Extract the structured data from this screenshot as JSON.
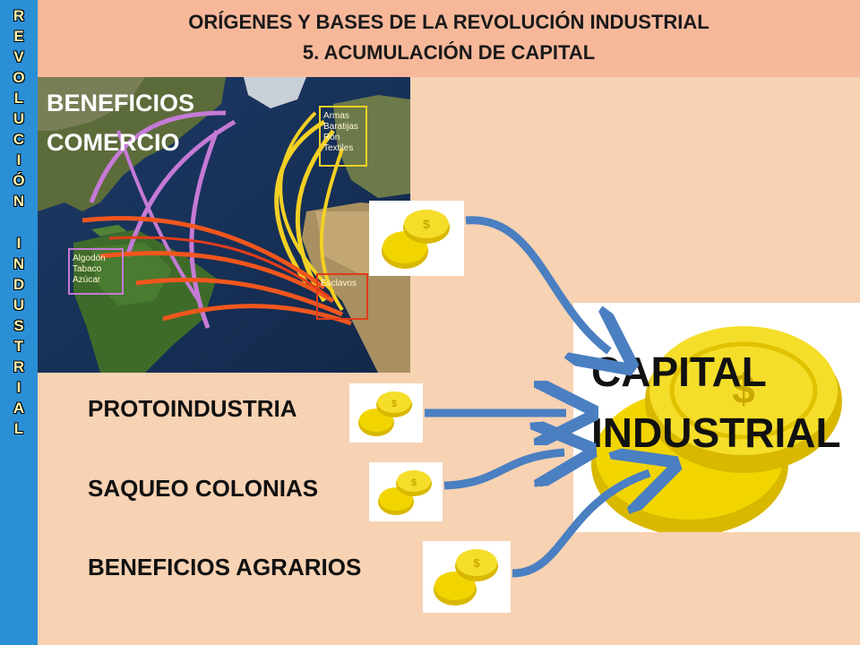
{
  "sidebar": {
    "letters": [
      "R",
      "E",
      "V",
      "O",
      "L",
      "U",
      "C",
      "I",
      "Ó",
      "N",
      "I",
      "N",
      "D",
      "U",
      "S",
      "T",
      "R",
      "I",
      "A",
      "L"
    ]
  },
  "header": {
    "title_line1": "ORÍGENES Y BASES DE LA REVOLUCIÓN INDUSTRIAL",
    "title_line2": "5. ACUMULACIÓN DE CAPITAL"
  },
  "map": {
    "label_line1": "BENEFICIOS",
    "label_line2": "COMERCIO",
    "box_goods": [
      "Armas",
      "Baratijas",
      "Ron",
      "Textiles"
    ],
    "box_americas": [
      "Algodón",
      "Tabaco",
      "Azúcar"
    ],
    "box_africa": [
      "Esclavos"
    ]
  },
  "sources": [
    "PROTOINDUSTRIA",
    "SAQUEO COLONIAS",
    "BENEFICIOS AGRARIOS"
  ],
  "target": {
    "line1": "CAPITAL",
    "line2": "INDUSTRIAL"
  },
  "colors": {
    "sidebar": "#2b8fd6",
    "header": "#f7b89a",
    "background": "#f7d2b3",
    "arrow": "#4a7fc1",
    "coin": "#f2d500"
  }
}
